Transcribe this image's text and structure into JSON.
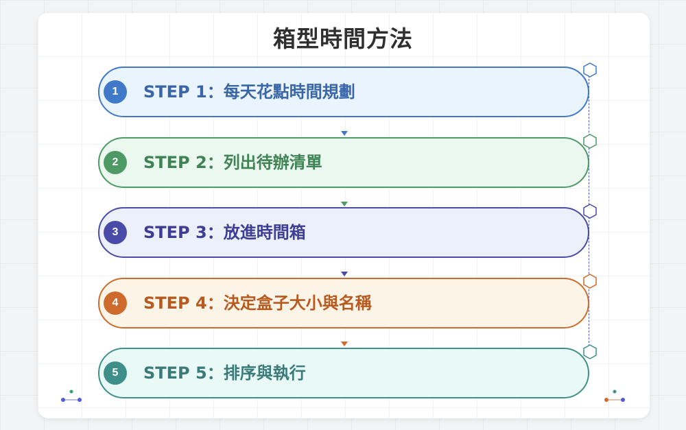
{
  "title": "箱型時間方法",
  "steps": [
    {
      "number": "1",
      "label": "STEP 1：每天花點時間規劃",
      "color": "#3f79c8",
      "bg": "#e9f4fc"
    },
    {
      "number": "2",
      "label": "STEP 2：列出待辦清單",
      "color": "#4e9a65",
      "bg": "#eaf8ef"
    },
    {
      "number": "3",
      "label": "STEP 3：放進時間箱",
      "color": "#4a4aa8",
      "bg": "#ebf0fb"
    },
    {
      "number": "4",
      "label": "STEP 4：決定盒子大小與名稱",
      "color": "#cc6b2c",
      "bg": "#fdf4e8"
    },
    {
      "number": "5",
      "label": "STEP 5：排序與執行",
      "color": "#3e8f8a",
      "bg": "#e9faf6"
    }
  ]
}
